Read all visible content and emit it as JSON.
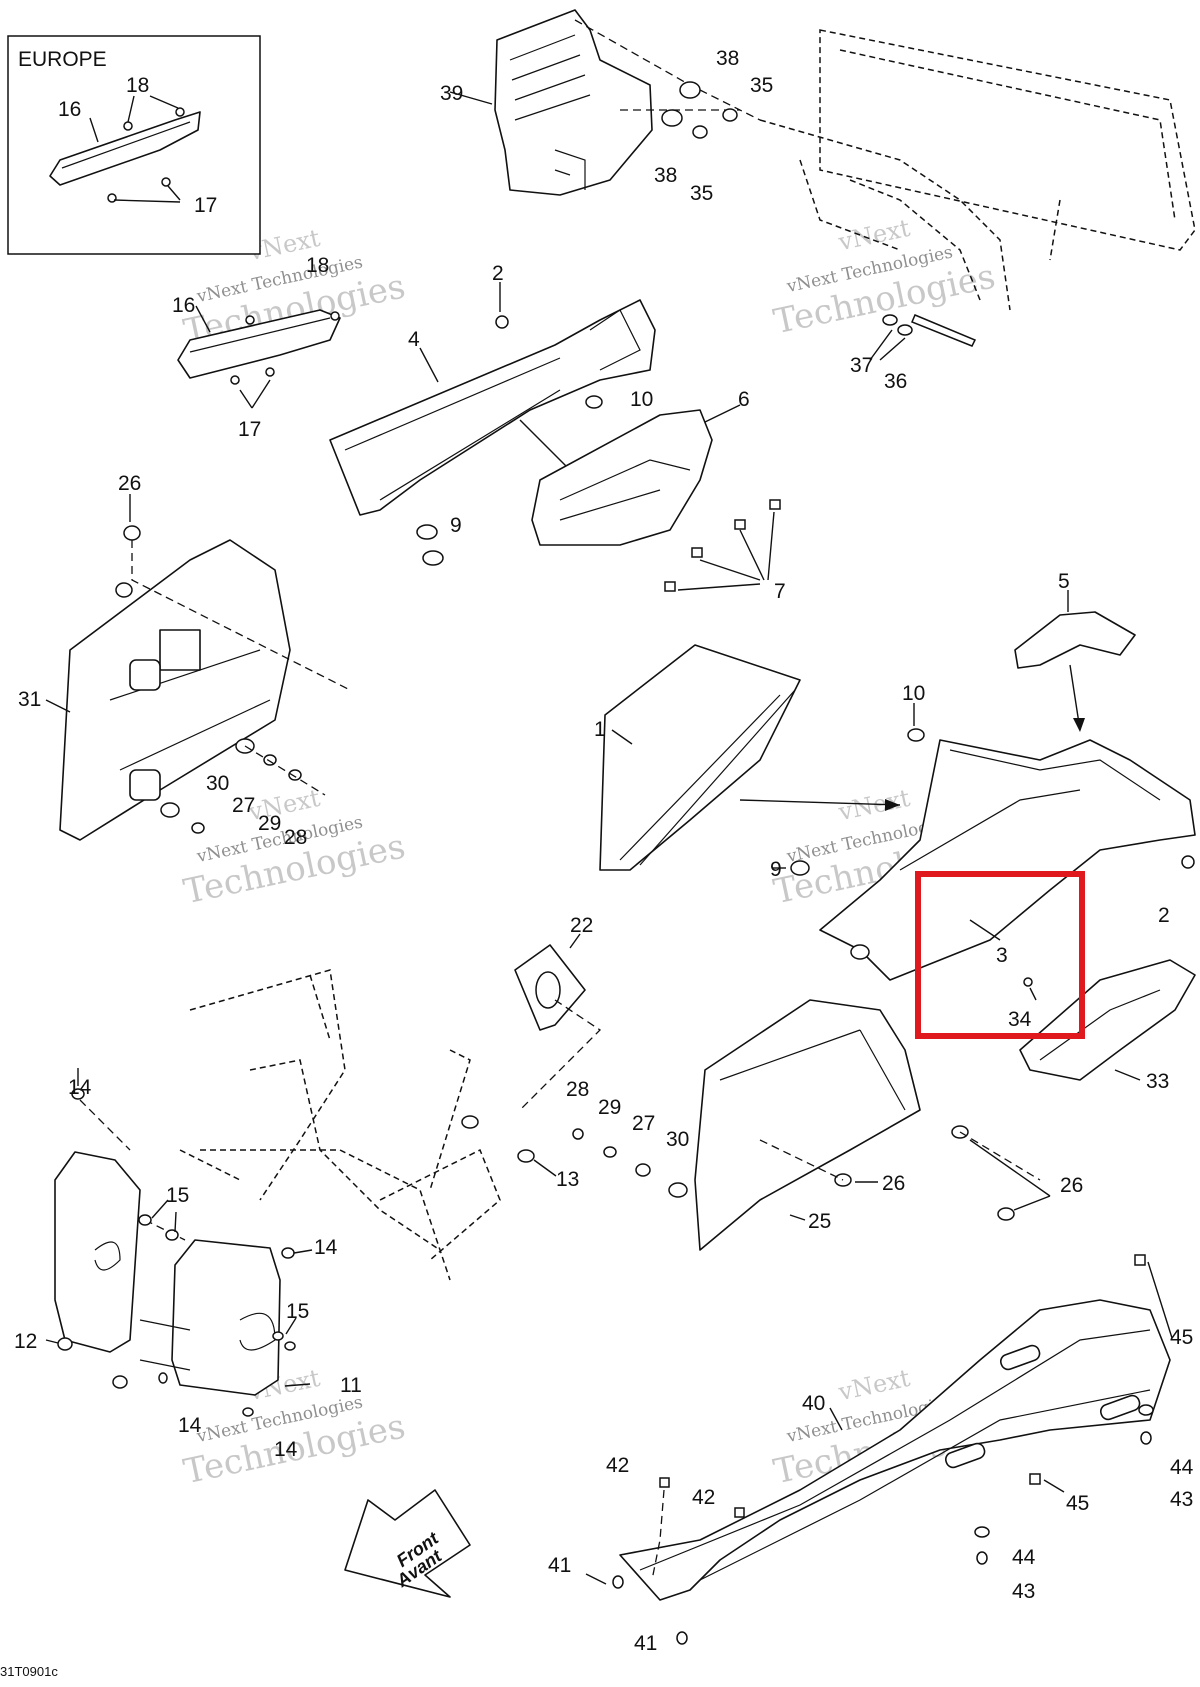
{
  "inset": {
    "title": "EUROPE",
    "labels": [
      "16",
      "18",
      "17"
    ]
  },
  "callouts": {
    "c1": "1",
    "c2a": "2",
    "c2b": "2",
    "c3": "3",
    "c4": "4",
    "c5": "5",
    "c6": "6",
    "c7": "7",
    "c9a": "9",
    "c9b": "9",
    "c10a": "10",
    "c10b": "10",
    "c11": "11",
    "c12": "12",
    "c13": "13",
    "c14a": "14",
    "c14b": "14",
    "c14c": "14",
    "c14d": "14",
    "c15a": "15",
    "c15b": "15",
    "c16": "16",
    "c17": "17",
    "c18": "18",
    "c22": "22",
    "c25": "25",
    "c26a": "26",
    "c26b": "26",
    "c26c": "26",
    "c27a": "27",
    "c27b": "27",
    "c28a": "28",
    "c28b": "28",
    "c29a": "29",
    "c29b": "29",
    "c30a": "30",
    "c30b": "30",
    "c31": "31",
    "c33": "33",
    "c34": "34",
    "c35a": "35",
    "c35b": "35",
    "c36": "36",
    "c37": "37",
    "c38a": "38",
    "c38b": "38",
    "c39": "39",
    "c40": "40",
    "c41a": "41",
    "c41b": "41",
    "c42a": "42",
    "c42b": "42",
    "c43a": "43",
    "c43b": "43",
    "c44a": "44",
    "c44b": "44",
    "c45a": "45",
    "c45b": "45"
  },
  "front_arrow": {
    "line1": "Front",
    "line2": "Avant"
  },
  "watermark": {
    "line1": "vNext",
    "line2": "vNext Technologies",
    "line3": "Technologies"
  },
  "drawing_code": "31T0901c",
  "highlight_color": "#e0191f"
}
